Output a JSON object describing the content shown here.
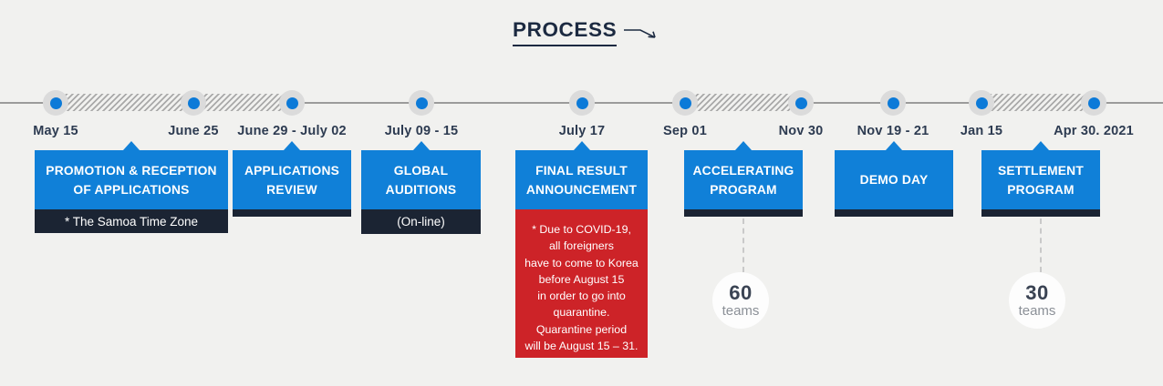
{
  "title": {
    "text": "PROCESS"
  },
  "timeline": {
    "milestones": [
      {
        "date": "May 15"
      },
      {
        "date": "June 25"
      },
      {
        "date": "June 29 - July 02"
      },
      {
        "date": "July 09 - 15"
      },
      {
        "date": "July 17"
      },
      {
        "date": "Sep 01"
      },
      {
        "date": "Nov 30"
      },
      {
        "date": "Nov 19 - 21"
      },
      {
        "date": "Jan 15"
      },
      {
        "date": "Apr 30. 2021"
      }
    ]
  },
  "stages": [
    {
      "line1": "PROMOTION & RECEPTION",
      "line2": "OF APPLICATIONS",
      "note": "* The Samoa Time Zone"
    },
    {
      "line1": "APPLICATIONS",
      "line2": "REVIEW"
    },
    {
      "line1": "GLOBAL",
      "line2": "AUDITIONS",
      "note": "(On-line)"
    },
    {
      "line1": "FINAL RESULT",
      "line2": "ANNOUNCEMENT",
      "warning": "* Due to COVID-19,\nall foreigners\nhave to come to Korea\nbefore August 15\nin order to go into\nquarantine.\nQuarantine period\nwill be August 15 – 31."
    },
    {
      "line1": "ACCELERATING",
      "line2": "PROGRAM"
    },
    {
      "line1": "DEMO DAY"
    },
    {
      "line1": "SETTLEMENT",
      "line2": "PROGRAM"
    }
  ],
  "team_counts": [
    {
      "value": "60",
      "label": "teams"
    },
    {
      "value": "30",
      "label": "teams"
    }
  ],
  "colors": {
    "accent_blue": "#1080d8",
    "dark_navy": "#1b2433",
    "alert_red": "#cd2328",
    "dot_blue": "#0c7ad8",
    "background": "#f1f1ef"
  }
}
